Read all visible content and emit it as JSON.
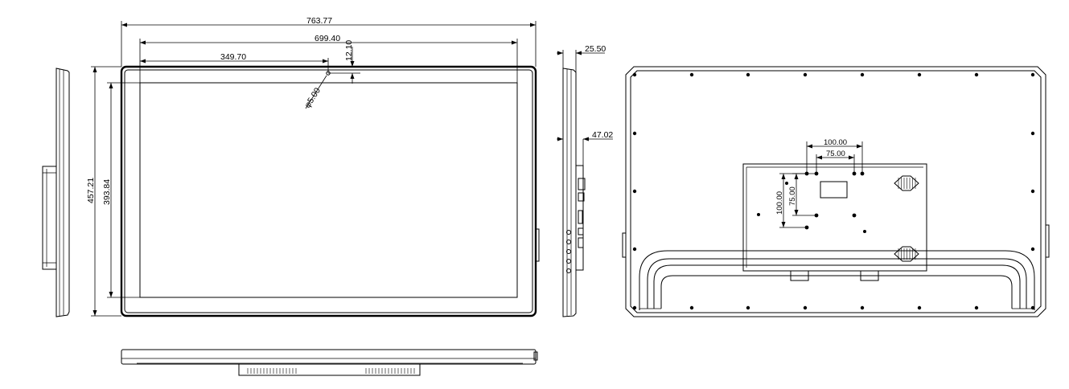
{
  "dimensions": {
    "overall_width": "763.77",
    "hole_spacing_width": "699.40",
    "half_width": "349.70",
    "top_offset": "12.10",
    "hole_diameter": "φ5.00",
    "overall_height": "457.21",
    "screen_height": "393.84",
    "depth_top": "25.50",
    "depth_bracket": "47.02",
    "vesa_outer_h": "100.00",
    "vesa_inner_h": "75.00",
    "vesa_outer_v": "100.00",
    "vesa_inner_v": "75.00"
  }
}
